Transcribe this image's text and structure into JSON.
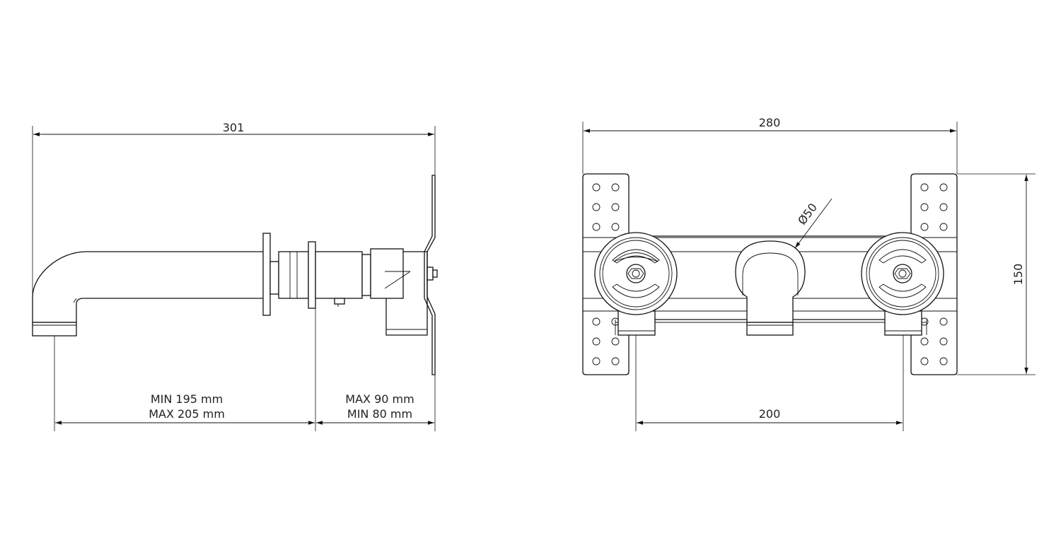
{
  "side_view": {
    "overall_length": "301",
    "spout_length_min": "MIN 195 mm",
    "spout_length_max": "MAX 205 mm",
    "wall_depth_max": "MAX 90 mm",
    "wall_depth_min": "MIN 80 mm"
  },
  "front_view": {
    "overall_width": "280",
    "valve_spacing": "200",
    "height": "150",
    "spout_diameter": "Ø50"
  }
}
